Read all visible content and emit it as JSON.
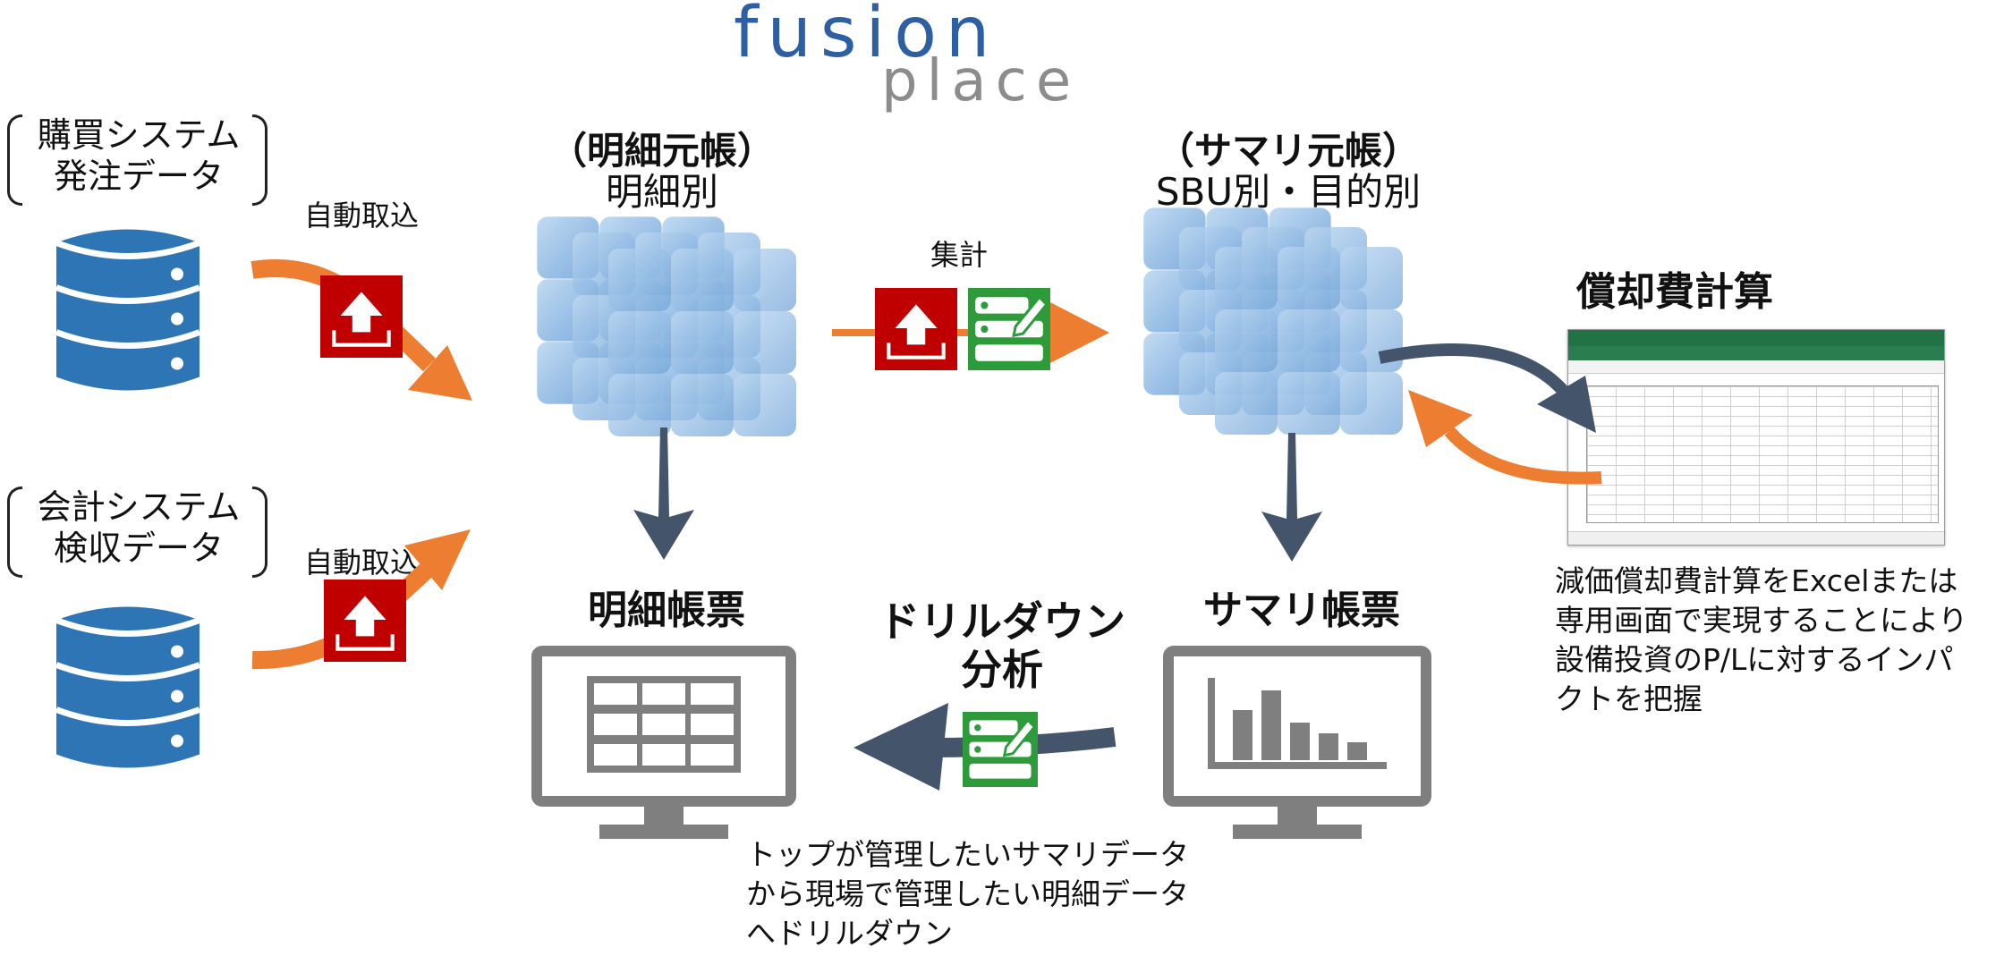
{
  "logo": {
    "line1": "fusion",
    "line2": "place"
  },
  "sources": [
    {
      "line1": "購買システム",
      "line2": "発注データ",
      "import_label": "自動取込"
    },
    {
      "line1": "会計システム",
      "line2": "検収データ",
      "import_label": "自動取込"
    }
  ],
  "detail_cube": {
    "title": "（明細元帳）",
    "subtitle": "明細別"
  },
  "aggregate": {
    "label": "集計"
  },
  "summary_cube": {
    "title": "（サマリ元帳）",
    "subtitle": "SBU別・目的別"
  },
  "depreciation": {
    "title": "償却費計算",
    "description": [
      "減価償却費計算をExcelまたは",
      "専用画面で実現することにより",
      "設備投資のP/Lに対するインパ",
      "クトを把握"
    ]
  },
  "detail_report": {
    "title": "明細帳票"
  },
  "summary_report": {
    "title": "サマリ帳票"
  },
  "drilldown": {
    "title_line1": "ドリルダウン",
    "title_line2": "分析",
    "description": [
      "トップが管理したいサマリデータ",
      "から現場で管理したい明細データ",
      "へドリルダウン"
    ]
  },
  "colors": {
    "orange": "#ED7D31",
    "navy": "#44546A",
    "db_blue": "#2E75B6",
    "red_icon": "#C00000",
    "green_icon": "#2E9B3A",
    "monitor_gray": "#7F7F7F",
    "cube_blue": "#5B9BD5",
    "logo_blue": "#2E5FA3",
    "logo_gray": "#8C8C8C"
  },
  "icons": [
    "database-icon",
    "upload-icon",
    "edit-sheet-icon",
    "cube-icon",
    "monitor-table-icon",
    "monitor-chart-icon",
    "excel-screenshot"
  ]
}
